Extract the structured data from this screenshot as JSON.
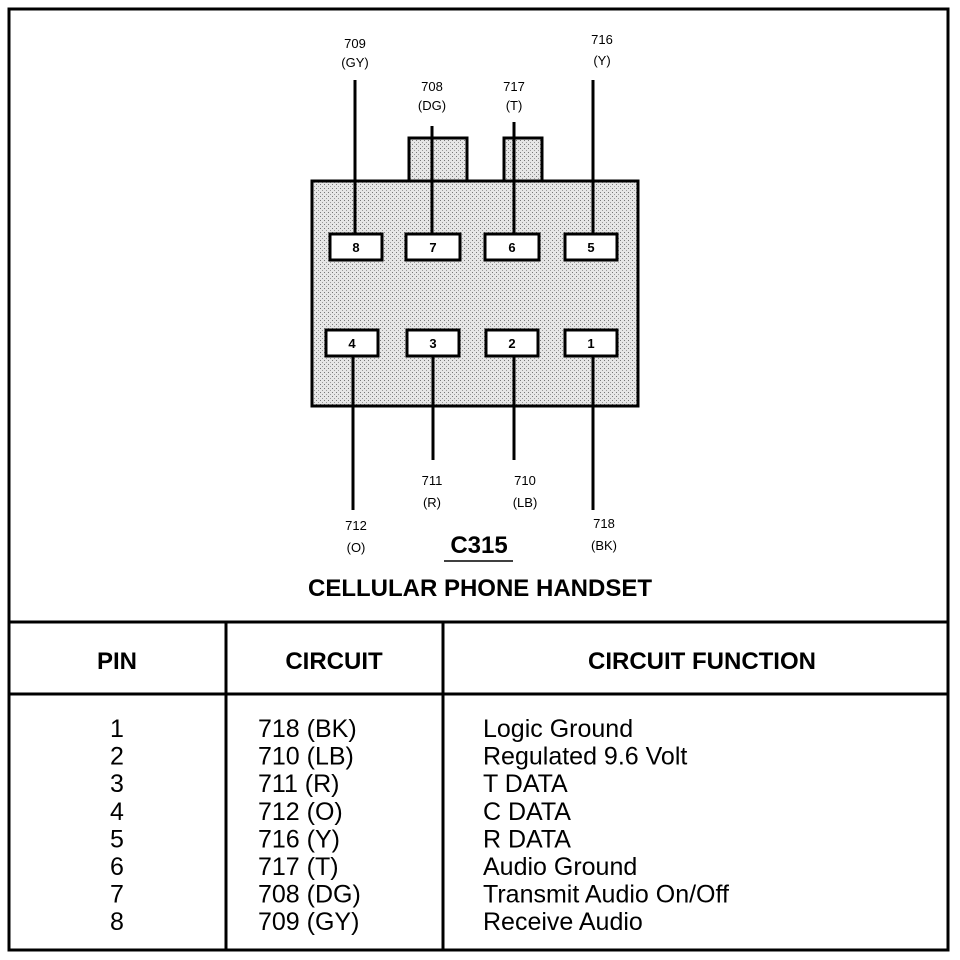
{
  "connector": {
    "id": "C315",
    "title": "CELLULAR PHONE HANDSET",
    "top_pins": [
      {
        "pin": "8",
        "circuit": "709",
        "color": "(GY)"
      },
      {
        "pin": "7",
        "circuit": "708",
        "color": "(DG)"
      },
      {
        "pin": "6",
        "circuit": "717",
        "color": "(T)"
      },
      {
        "pin": "5",
        "circuit": "716",
        "color": "(Y)"
      }
    ],
    "bottom_pins": [
      {
        "pin": "4",
        "circuit": "712",
        "color": "(O)"
      },
      {
        "pin": "3",
        "circuit": "711",
        "color": "(R)"
      },
      {
        "pin": "2",
        "circuit": "710",
        "color": "(LB)"
      },
      {
        "pin": "1",
        "circuit": "718",
        "color": "(BK)"
      }
    ]
  },
  "table": {
    "headers": {
      "pin": "PIN",
      "circuit": "CIRCUIT",
      "function": "CIRCUIT FUNCTION"
    },
    "rows": [
      {
        "pin": "1",
        "circuit": "718 (BK)",
        "function": "Logic Ground"
      },
      {
        "pin": "2",
        "circuit": "710 (LB)",
        "function": "Regulated 9.6 Volt"
      },
      {
        "pin": "3",
        "circuit": "711 (R)",
        "function": "T DATA"
      },
      {
        "pin": "4",
        "circuit": "712 (O)",
        "function": "C DATA"
      },
      {
        "pin": "5",
        "circuit": "716 (Y)",
        "function": "R DATA"
      },
      {
        "pin": "6",
        "circuit": "717 (T)",
        "function": "Audio Ground"
      },
      {
        "pin": "7",
        "circuit": "708 (DG)",
        "function": "Transmit Audio On/Off"
      },
      {
        "pin": "8",
        "circuit": "709 (GY)",
        "function": "Receive Audio"
      }
    ]
  }
}
